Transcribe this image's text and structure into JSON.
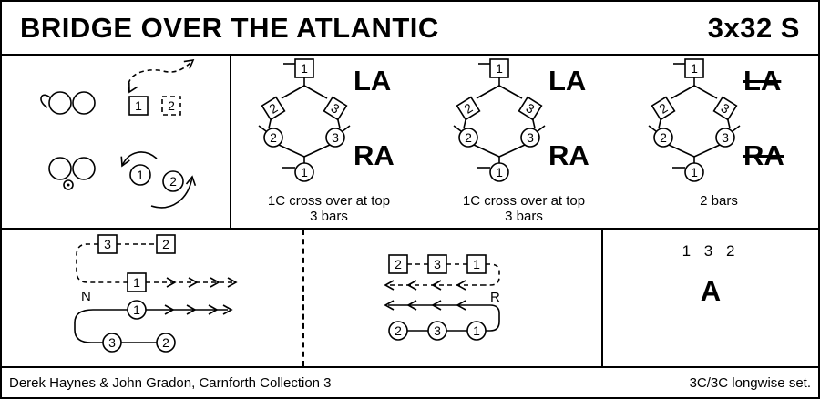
{
  "header": {
    "title": "BRIDGE OVER THE ATLANTIC",
    "repeat_code": "3x32 S"
  },
  "key": {
    "square_first": "1",
    "square_second": "2",
    "circle_first": "1",
    "circle_second": "2"
  },
  "hands_across": [
    {
      "la_label": "LA",
      "ra_label": "RA",
      "struck": false,
      "man_top": "1",
      "man_left": "2",
      "man_right": "3",
      "lady_left": "2",
      "lady_right": "3",
      "lady_bottom": "1",
      "caption_line1": "1C cross over at top",
      "caption_line2": "3 bars"
    },
    {
      "la_label": "LA",
      "ra_label": "RA",
      "struck": false,
      "man_top": "1",
      "man_left": "2",
      "man_right": "3",
      "lady_left": "2",
      "lady_right": "3",
      "lady_bottom": "1",
      "caption_line1": "1C cross over at top",
      "caption_line2": "3 bars"
    },
    {
      "la_label": "LA",
      "ra_label": "RA",
      "struck": true,
      "man_top": "1",
      "man_left": "2",
      "man_right": "3",
      "lady_left": "2",
      "lady_right": "3",
      "lady_bottom": "1",
      "caption_line1": "",
      "caption_line2": "2 bars"
    }
  ],
  "progression_left": {
    "squares_top": [
      "3",
      "2"
    ],
    "square_mid": "1",
    "direction": "N",
    "circle_mid": "1",
    "circles_bottom": [
      "3",
      "2"
    ]
  },
  "progression_middle": {
    "squares": [
      "2",
      "3",
      "1"
    ],
    "direction": "R",
    "circles": [
      "2",
      "3",
      "1"
    ]
  },
  "finish": {
    "order": "1 3 2",
    "letter": "A"
  },
  "footer": {
    "credit": "Derek Haynes & John Gradon, Carnforth Collection 3",
    "set_info": "3C/3C longwise set."
  }
}
